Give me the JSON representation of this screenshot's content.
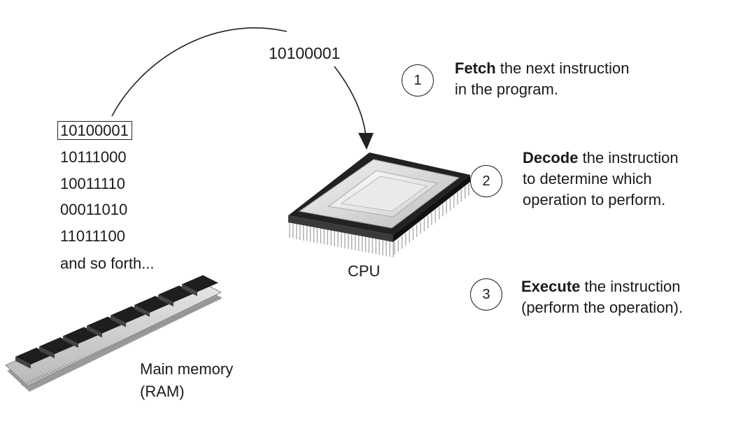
{
  "transfer_label": "10100001",
  "memory": {
    "lines": [
      "10100001",
      "10111000",
      "10011110",
      "00011010",
      "11011100"
    ],
    "more": "and so forth...",
    "label_line1": "Main memory",
    "label_line2": "(RAM)"
  },
  "cpu": {
    "label": "CPU"
  },
  "steps": [
    {
      "num": "1",
      "bold": "Fetch",
      "rest1": " the next instruction",
      "line2": "in the program.",
      "line3": ""
    },
    {
      "num": "2",
      "bold": "Decode",
      "rest1": " the instruction",
      "line2": "to determine which",
      "line3": "operation to perform."
    },
    {
      "num": "3",
      "bold": "Execute",
      "rest1": " the instruction",
      "line2": "(perform the operation).",
      "line3": ""
    }
  ]
}
